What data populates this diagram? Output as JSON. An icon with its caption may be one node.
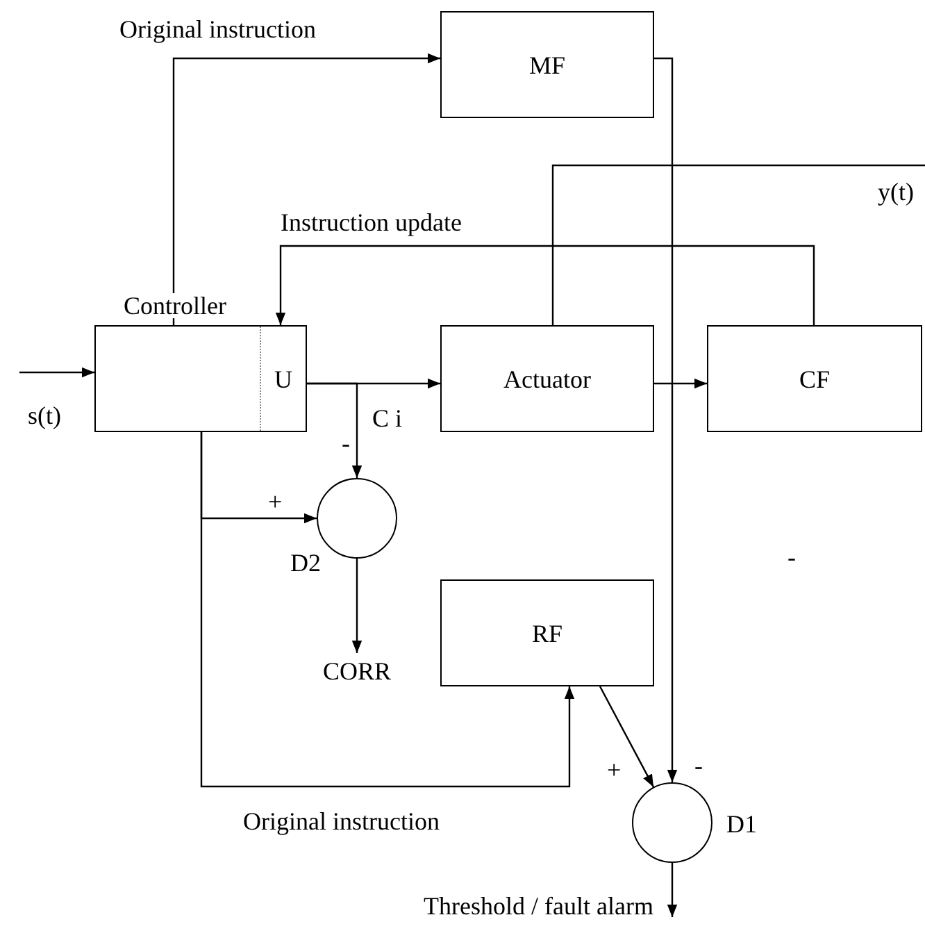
{
  "diagram": {
    "nodes": [
      {
        "text": [
          "MF"
        ]
      },
      {
        "text": [
          "Controller",
          "U"
        ]
      },
      {
        "text": [
          "Actuator"
        ]
      },
      {
        "text": [
          "CF"
        ]
      },
      {
        "text": [],
        "shape": "circle",
        "beside": [
          "D2"
        ]
      },
      {
        "text": [
          "CORR"
        ]
      },
      {
        "text": [
          "RF"
        ]
      },
      {
        "text": [],
        "shape": "circle",
        "beside": [
          "D1"
        ]
      }
    ],
    "edges": [
      {
        "from": null,
        "to": 1,
        "arrow": "to",
        "label": "s(t)"
      },
      {
        "from": 1,
        "to": 0,
        "arrow": "to",
        "label": "Original instruction"
      },
      {
        "from": 1,
        "to": 2,
        "arrow": "to"
      },
      {
        "from": 1,
        "to": 4,
        "arrow": "to",
        "label": "C i"
      },
      {
        "from": 2,
        "to": 3,
        "arrow": "to"
      },
      {
        "from": 3,
        "to": 1,
        "arrow": "to",
        "label": "Instruction update"
      },
      {
        "from": 2,
        "to": null,
        "arrow": "none",
        "label": "y(t)"
      },
      {
        "from": 0,
        "to": 7,
        "arrow": "to"
      },
      {
        "from": 1,
        "to": 4,
        "arrow": "to"
      },
      {
        "from": 1,
        "to": 6,
        "arrow": "to",
        "label": "Original instruction"
      },
      {
        "from": 6,
        "to": 7,
        "arrow": "to"
      },
      {
        "from": 4,
        "to": 5,
        "arrow": "to"
      },
      {
        "from": 7,
        "to": null,
        "arrow": "to",
        "label": "Threshold / fault alarm"
      }
    ],
    "labels": [
      "-",
      "+",
      "-",
      "-",
      "+"
    ]
  }
}
